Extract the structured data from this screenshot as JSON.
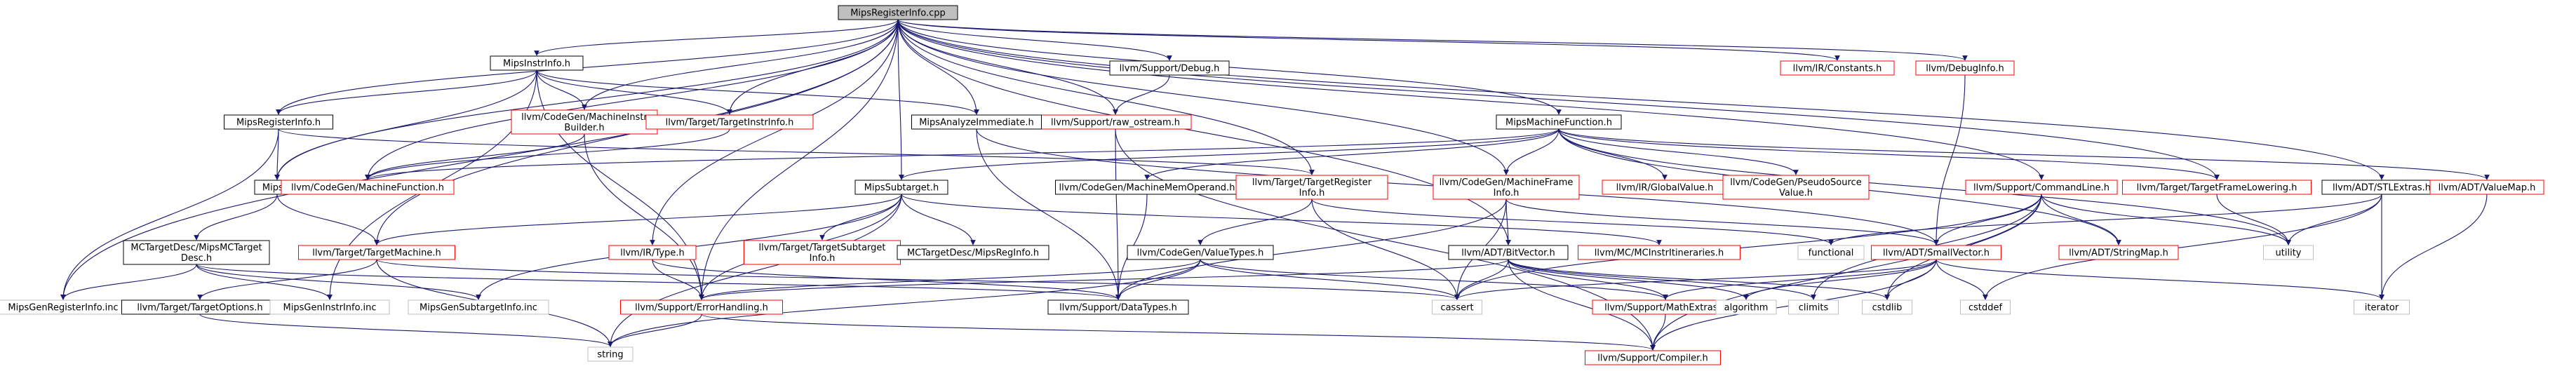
{
  "colors": {
    "root_fill": "#bfbfbf",
    "normal_border": "#000000",
    "missing_border": "#ff0000",
    "system_border": "#bfbfbf",
    "edge": "#191970",
    "text": "#000000"
  },
  "nodes": [
    {
      "id": "root",
      "lines": [
        "MipsRegisterInfo.cpp"
      ],
      "kind": "root"
    },
    {
      "id": "mipsinstrinfo",
      "lines": [
        "MipsInstrInfo.h"
      ],
      "kind": "normal"
    },
    {
      "id": "debug",
      "lines": [
        "llvm/Support/Debug.h"
      ],
      "kind": "normal"
    },
    {
      "id": "constants",
      "lines": [
        "llvm/IR/Constants.h"
      ],
      "kind": "missing"
    },
    {
      "id": "debuginfo",
      "lines": [
        "llvm/DebugInfo.h"
      ],
      "kind": "missing"
    },
    {
      "id": "mipsreginfo",
      "lines": [
        "MipsRegisterInfo.h"
      ],
      "kind": "normal"
    },
    {
      "id": "mimb",
      "lines": [
        "llvm/CodeGen/MachineInstr",
        "Builder.h"
      ],
      "kind": "missing"
    },
    {
      "id": "tii",
      "lines": [
        "llvm/Target/TargetInstrInfo.h"
      ],
      "kind": "missing"
    },
    {
      "id": "rawostream",
      "lines": [
        "llvm/Support/raw_ostream.h"
      ],
      "kind": "missing"
    },
    {
      "id": "mai",
      "lines": [
        "MipsAnalyzeImmediate.h"
      ],
      "kind": "normal"
    },
    {
      "id": "mmf",
      "lines": [
        "MipsMachineFunction.h"
      ],
      "kind": "normal"
    },
    {
      "id": "mips",
      "lines": [
        "Mips.h"
      ],
      "kind": "normal"
    },
    {
      "id": "mf",
      "lines": [
        "llvm/CodeGen/MachineFunction.h"
      ],
      "kind": "missing"
    },
    {
      "id": "subtarget",
      "lines": [
        "MipsSubtarget.h"
      ],
      "kind": "normal"
    },
    {
      "id": "mmo",
      "lines": [
        "llvm/CodeGen/MachineMemOperand.h"
      ],
      "kind": "normal"
    },
    {
      "id": "tri",
      "lines": [
        "llvm/Target/TargetRegister",
        "Info.h"
      ],
      "kind": "missing"
    },
    {
      "id": "mfi",
      "lines": [
        "llvm/CodeGen/MachineFrame",
        "Info.h"
      ],
      "kind": "missing"
    },
    {
      "id": "gv",
      "lines": [
        "llvm/IR/GlobalValue.h"
      ],
      "kind": "missing"
    },
    {
      "id": "psv",
      "lines": [
        "llvm/CodeGen/PseudoSource",
        "Value.h"
      ],
      "kind": "missing"
    },
    {
      "id": "cl",
      "lines": [
        "llvm/Support/CommandLine.h"
      ],
      "kind": "missing"
    },
    {
      "id": "tfl",
      "lines": [
        "llvm/Target/TargetFrameLowering.h"
      ],
      "kind": "missing"
    },
    {
      "id": "stlextras",
      "lines": [
        "llvm/ADT/STLExtras.h"
      ],
      "kind": "normal"
    },
    {
      "id": "valuemap",
      "lines": [
        "llvm/ADT/ValueMap.h"
      ],
      "kind": "missing"
    },
    {
      "id": "mctd",
      "lines": [
        "MCTargetDesc/MipsMCTarget",
        "Desc.h"
      ],
      "kind": "normal"
    },
    {
      "id": "tm",
      "lines": [
        "llvm/Target/TargetMachine.h"
      ],
      "kind": "missing"
    },
    {
      "id": "type",
      "lines": [
        "llvm/IR/Type.h"
      ],
      "kind": "missing"
    },
    {
      "id": "tsi",
      "lines": [
        "llvm/Target/TargetSubtarget",
        "Info.h"
      ],
      "kind": "missing"
    },
    {
      "id": "mipsreginfoh",
      "lines": [
        "MCTargetDesc/MipsRegInfo.h"
      ],
      "kind": "normal"
    },
    {
      "id": "vt",
      "lines": [
        "llvm/CodeGen/ValueTypes.h"
      ],
      "kind": "normal"
    },
    {
      "id": "mcii",
      "lines": [
        "llvm/MC/MCInstrItineraries.h"
      ],
      "kind": "missing"
    },
    {
      "id": "functional",
      "lines": [
        "functional"
      ],
      "kind": "system"
    },
    {
      "id": "bitvector",
      "lines": [
        "llvm/ADT/BitVector.h"
      ],
      "kind": "normal"
    },
    {
      "id": "smallvector",
      "lines": [
        "llvm/ADT/SmallVector.h"
      ],
      "kind": "missing"
    },
    {
      "id": "stringmap",
      "lines": [
        "llvm/ADT/StringMap.h"
      ],
      "kind": "missing"
    },
    {
      "id": "utility",
      "lines": [
        "utility"
      ],
      "kind": "system"
    },
    {
      "id": "gri",
      "lines": [
        "MipsGenRegisterInfo.inc"
      ],
      "kind": "system"
    },
    {
      "id": "topt",
      "lines": [
        "llvm/Target/TargetOptions.h"
      ],
      "kind": "normal"
    },
    {
      "id": "gii",
      "lines": [
        "MipsGenInstrInfo.inc"
      ],
      "kind": "system"
    },
    {
      "id": "gsi",
      "lines": [
        "MipsGenSubtargetInfo.inc"
      ],
      "kind": "system"
    },
    {
      "id": "eh",
      "lines": [
        "llvm/Support/ErrorHandling.h"
      ],
      "kind": "missing"
    },
    {
      "id": "dt",
      "lines": [
        "llvm/Support/DataTypes.h"
      ],
      "kind": "normal"
    },
    {
      "id": "cassert",
      "lines": [
        "cassert"
      ],
      "kind": "system"
    },
    {
      "id": "mathextras",
      "lines": [
        "llvm/Support/MathExtras.h"
      ],
      "kind": "missing"
    },
    {
      "id": "algorithm",
      "lines": [
        "algorithm"
      ],
      "kind": "system"
    },
    {
      "id": "climits",
      "lines": [
        "climits"
      ],
      "kind": "system"
    },
    {
      "id": "cstdlib",
      "lines": [
        "cstdlib"
      ],
      "kind": "system"
    },
    {
      "id": "cstddef",
      "lines": [
        "cstddef"
      ],
      "kind": "system"
    },
    {
      "id": "iterator",
      "lines": [
        "iterator"
      ],
      "kind": "system"
    },
    {
      "id": "string",
      "lines": [
        "string"
      ],
      "kind": "system"
    },
    {
      "id": "compiler",
      "lines": [
        "llvm/Support/Compiler.h"
      ],
      "kind": "missing"
    }
  ],
  "edges": [
    [
      "root",
      "mipsinstrinfo"
    ],
    [
      "root",
      "debug"
    ],
    [
      "root",
      "constants"
    ],
    [
      "root",
      "debuginfo"
    ],
    [
      "root",
      "mipsreginfo"
    ],
    [
      "root",
      "mimb"
    ],
    [
      "root",
      "tii"
    ],
    [
      "root",
      "rawostream"
    ],
    [
      "root",
      "mai"
    ],
    [
      "root",
      "mmf"
    ],
    [
      "root",
      "mips"
    ],
    [
      "root",
      "mf"
    ],
    [
      "root",
      "subtarget"
    ],
    [
      "root",
      "tri"
    ],
    [
      "root",
      "mfi"
    ],
    [
      "root",
      "cl"
    ],
    [
      "root",
      "tfl"
    ],
    [
      "root",
      "stlextras"
    ],
    [
      "root",
      "tm"
    ],
    [
      "root",
      "type"
    ],
    [
      "root",
      "eh"
    ],
    [
      "root",
      "gri"
    ],
    [
      "root",
      "bitvector"
    ],
    [
      "mipsinstrinfo",
      "mips"
    ],
    [
      "mipsinstrinfo",
      "mipsreginfo"
    ],
    [
      "mipsinstrinfo",
      "mimb"
    ],
    [
      "mipsinstrinfo",
      "tii"
    ],
    [
      "mipsinstrinfo",
      "mai"
    ],
    [
      "mipsinstrinfo",
      "eh"
    ],
    [
      "mipsinstrinfo",
      "gii"
    ],
    [
      "mipsreginfo",
      "mips"
    ],
    [
      "mipsreginfo",
      "tri"
    ],
    [
      "mipsreginfo",
      "gri"
    ],
    [
      "mimb",
      "mf"
    ],
    [
      "mimb",
      "eh"
    ],
    [
      "tii",
      "mf"
    ],
    [
      "debug",
      "rawostream"
    ],
    [
      "rawostream",
      "dt"
    ],
    [
      "rawostream",
      "compiler"
    ],
    [
      "mai",
      "dt"
    ],
    [
      "mai",
      "smallvector"
    ],
    [
      "mmf",
      "mf"
    ],
    [
      "mmf",
      "subtarget"
    ],
    [
      "mmf",
      "mmo"
    ],
    [
      "mmf",
      "mfi"
    ],
    [
      "mmf",
      "gv"
    ],
    [
      "mmf",
      "psv"
    ],
    [
      "mmf",
      "tfl"
    ],
    [
      "mmf",
      "valuemap"
    ],
    [
      "mmf",
      "utility"
    ],
    [
      "mmf",
      "stringmap"
    ],
    [
      "mips",
      "mctd"
    ],
    [
      "mips",
      "tm"
    ],
    [
      "mctd",
      "gri"
    ],
    [
      "mctd",
      "gii"
    ],
    [
      "mctd",
      "gsi"
    ],
    [
      "mctd",
      "dt"
    ],
    [
      "subtarget",
      "tm"
    ],
    [
      "subtarget",
      "tsi"
    ],
    [
      "subtarget",
      "mipsreginfoh"
    ],
    [
      "subtarget",
      "mcii"
    ],
    [
      "subtarget",
      "eh"
    ],
    [
      "subtarget",
      "gsi"
    ],
    [
      "subtarget",
      "string"
    ],
    [
      "mmo",
      "dt"
    ],
    [
      "tri",
      "vt"
    ],
    [
      "tri",
      "cassert"
    ],
    [
      "tri",
      "functional"
    ],
    [
      "mfi",
      "bitvector"
    ],
    [
      "mfi",
      "smallvector"
    ],
    [
      "mfi",
      "cassert"
    ],
    [
      "mfi",
      "dt"
    ],
    [
      "cl",
      "smallvector"
    ],
    [
      "cl",
      "stringmap"
    ],
    [
      "cl",
      "utility"
    ],
    [
      "cl",
      "cassert"
    ],
    [
      "cl",
      "climits"
    ],
    [
      "cl",
      "cstdlib"
    ],
    [
      "cl",
      "compiler"
    ],
    [
      "debuginfo",
      "smallvector"
    ],
    [
      "stlextras",
      "utility"
    ],
    [
      "stlextras",
      "cstddef"
    ],
    [
      "stlextras",
      "iterator"
    ],
    [
      "stlextras",
      "functional"
    ],
    [
      "valuemap",
      "iterator"
    ],
    [
      "tfl",
      "utility"
    ],
    [
      "tm",
      "topt"
    ],
    [
      "tm",
      "string"
    ],
    [
      "tm",
      "cassert"
    ],
    [
      "type",
      "dt"
    ],
    [
      "type",
      "eh"
    ],
    [
      "vt",
      "cassert"
    ],
    [
      "vt",
      "string"
    ],
    [
      "vt",
      "dt"
    ],
    [
      "vt",
      "mathextras"
    ],
    [
      "vt",
      "eh"
    ],
    [
      "bitvector",
      "compiler"
    ],
    [
      "bitvector",
      "eh"
    ],
    [
      "bitvector",
      "mathextras"
    ],
    [
      "bitvector",
      "algorithm"
    ],
    [
      "bitvector",
      "cassert"
    ],
    [
      "bitvector",
      "climits"
    ],
    [
      "bitvector",
      "cstdlib"
    ],
    [
      "smallvector",
      "compiler"
    ],
    [
      "smallvector",
      "mathextras"
    ],
    [
      "smallvector",
      "algorithm"
    ],
    [
      "smallvector",
      "cassert"
    ],
    [
      "smallvector",
      "cstddef"
    ],
    [
      "smallvector",
      "cstdlib"
    ],
    [
      "smallvector",
      "iterator"
    ],
    [
      "mathextras",
      "compiler"
    ],
    [
      "eh",
      "compiler"
    ],
    [
      "eh",
      "string"
    ],
    [
      "topt",
      "string"
    ]
  ]
}
